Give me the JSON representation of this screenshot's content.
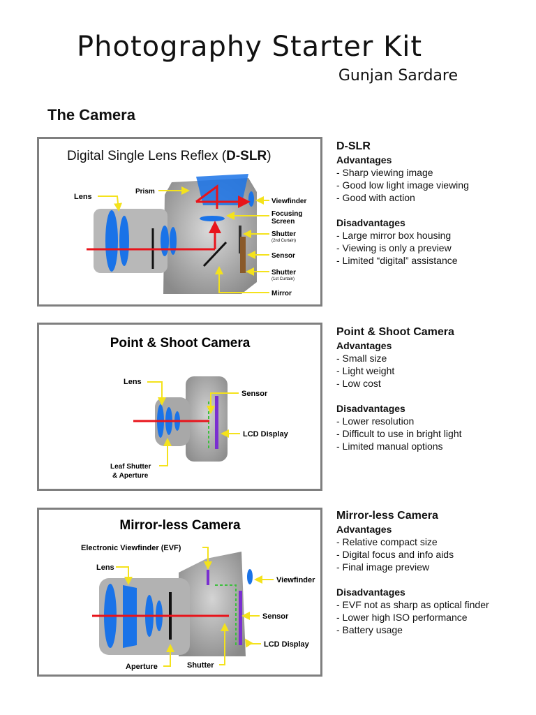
{
  "header": {
    "title": "Photography Starter Kit",
    "author": "Gunjan Sardare",
    "section": "The Camera"
  },
  "cameras": [
    {
      "diagram": {
        "title_prefix": "Digital Single Lens Reflex (",
        "title_bold": "D-SLR",
        "title_suffix": ")",
        "labels": {
          "lens": "Lens",
          "prism": "Prism",
          "viewfinder": "Viewfinder",
          "focusing_1": "Focusing",
          "focusing_2": "Screen",
          "shutter2": "Shutter",
          "shutter2_note": "(2nd Curtain)",
          "sensor": "Sensor",
          "shutter1": "Shutter",
          "shutter1_note": "(1st Curtain)",
          "mirror": "Mirror"
        }
      },
      "name": "D-SLR",
      "advantages_label": "Advantages",
      "advantages": [
        "- Sharp viewing image",
        "- Good low light image viewing",
        "- Good with action"
      ],
      "disadvantages_label": "Disadvantages",
      "disadvantages": [
        "- Large mirror box housing",
        "- Viewing is only a preview",
        "- Limited “digital” assistance"
      ]
    },
    {
      "diagram": {
        "title": "Point & Shoot Camera",
        "labels": {
          "lens": "Lens",
          "sensor": "Sensor",
          "lcd": "LCD Display",
          "leaf_1": "Leaf Shutter",
          "leaf_2": "& Aperture"
        }
      },
      "name": "Point & Shoot Camera",
      "advantages_label": "Advantages",
      "advantages": [
        "- Small size",
        "- Light weight",
        "- Low cost"
      ],
      "disadvantages_label": "Disadvantages",
      "disadvantages": [
        "- Lower resolution",
        "- Difficult to use in bright light",
        "- Limited manual options"
      ]
    },
    {
      "diagram": {
        "title": "Mirror-less Camera",
        "labels": {
          "evf": "Electronic Viewfinder (EVF)",
          "lens": "Lens",
          "viewfinder": "Viewfinder",
          "sensor": "Sensor",
          "lcd": "LCD Display",
          "aperture": "Aperture",
          "shutter": "Shutter"
        }
      },
      "name": "Mirror-less Camera",
      "advantages_label": "Advantages",
      "advantages": [
        "- Relative compact size",
        "- Digital focus and info aids",
        "- Final image preview"
      ],
      "disadvantages_label": "Disadvantages",
      "disadvantages": [
        "- EVF not as sharp as optical finder",
        "- Lower high ISO performance",
        "- Battery usage"
      ]
    }
  ],
  "colors": {
    "light_path": "#e8141b",
    "arrow": "#f4e21c",
    "lens_blue": "#1a73e8",
    "lcd": "#7a2fd0",
    "sensor_dots": "#3bbf3b",
    "panel_border": "#7f7f7f"
  }
}
